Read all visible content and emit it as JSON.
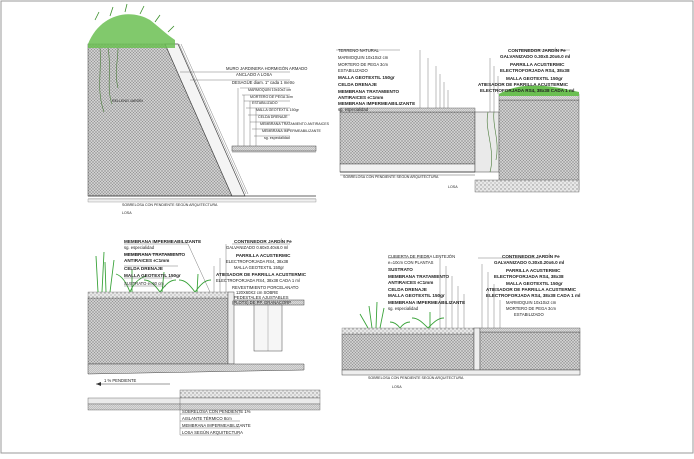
{
  "panels": {
    "top_left": {
      "callouts": [
        "MURO JARDINERA HORMIGÓN ARMADO",
        "ANCLADO A LOSA",
        "DESAGÜE diam. 1\" cada 1 metro",
        "MARMOQUIN 10x10x2 cm",
        "MORTERO DE PEGA 3cm",
        "ESTABILIZADO",
        "MALLA GEOTEXTIL 150gr",
        "CELDA DRENAJE",
        "MEMBRANA TRATAMIENTO ANTIRAICES",
        "MEMBRANA IMPERMEABILIZANTE",
        "sg. especialidad"
      ],
      "soil_label": "RELLENO JARDÍN",
      "bottom_note": "SOBRELOSA CON PENDIENTE SEGÚN ARQUITECTURA",
      "slab_label": "LOSA"
    },
    "top_right": {
      "left_callouts": [
        "TERRENO NATURAL",
        "MARMOQUIN 10x10x2 cm",
        "MORTERO DE PEGA 3cm",
        "ESTABILIZADO",
        "MALLA GEOTEXTIL 150gr",
        "CELDA DRENAJE",
        "MEMBRANA TRATAMIENTO",
        "ANTIRAICES e=1mm",
        "MEMBRANA IMPERMEABILIZANTE",
        "sg. especialidad"
      ],
      "right_callouts": [
        "CONTENEDOR JARDÍN Fe",
        "GALVANIZADO 0.30x0.20x6.0 ml",
        "PARRILLA ACUSTERMIC",
        "ELECTROFORJADA RS4, 38x38",
        "MALLA GEOTEXTIL 150gr",
        "ATIESADOR DE PARRILLA ACUSTERMIC",
        "ELECTROFORJADA RS4, 38x38 CADA 1 ml"
      ],
      "bottom_note": "SOBRELOSA CON PENDIENTE SEGÚN ARQUITECTURA",
      "slab_label": "LOSA"
    },
    "bottom_left": {
      "left_callouts": [
        "MEMBRANA IMPERMEABILIZANTE",
        "sg. especialidad",
        "MEMBRANA TRATAMIENTO",
        "ANTIRAICES e=1mm",
        "CELDA DRENAJE",
        "MALLA GEOTEXTIL 150gr",
        "SUSTRATO e=60 cm"
      ],
      "right_callouts": [
        "CONTENEDOR JARDÍN Fe",
        "GALVANIZADO 0.60x0.40x6.0 ml",
        "PARRILLA ACUSTERMIC",
        "ELECTROFORJADA RS4, 38x38",
        "MALLA GEOTEXTIL 150gr",
        "ATIESADOR DE PARRILLA ACUSTERMIC",
        "ELECTROFORJADA RS4, 38x38 CADA 1 ml",
        "REVESTIMIENTO PORCELANATO",
        "120X60X2 cm SOBRE",
        "PEDESTALES AJUSTABLES",
        "(PLOTS) DE PP. GRANACORP"
      ],
      "slope_label": "1 % PENDIENTE",
      "bottom_callouts": [
        "SOBRELOSA CON PENDIENTE 1%",
        "AISLANTE TÉRMICO 8cm",
        "MEMBRANA IMPERMEABILIZANTE",
        "LOSA SEGÚN ARQUITECTURA"
      ]
    },
    "bottom_right": {
      "left_callouts": [
        "CUBIERTA DE PIEDRA LENTEJÓN",
        "e=10cm CON PLANTAS",
        "SUSTRATO",
        "MEMBRANA TRATAMIENTO",
        "ANTIRAICES e=1mm",
        "CELDA DRENAJE",
        "MALLA GEOTEXTIL 150gr",
        "MEMBRANA IMPERMEABILIZANTE",
        "sg. especialidad"
      ],
      "right_callouts": [
        "CONTENEDOR JARDÍN Fe",
        "GALVANIZADO 0.30x0.20x6.0 ml",
        "PARRILLA ACUSTERMIC",
        "ELECTROFORJADA RS4, 38x38",
        "MALLA GEOTEXTIL 150gr",
        "ATIESADOR DE PARRILLA ACUSTERMIC",
        "ELECTROFORJADA RS4, 38x38 CADA 1 ml",
        "MARMOQUIN 10x10x2 cm",
        "MORTERO DE PEGA 3cm",
        "ESTABILIZADO"
      ],
      "bottom_note": "SOBRELOSA CON PENDIENTE SEGÚN ARQUITECTURA",
      "slab_label": "LOSA"
    }
  },
  "colors": {
    "frame": "#8c8c8c",
    "hatch": "#8a8a8a",
    "plant": "#3aa33a",
    "plant_light": "#7cc86a",
    "line": "#333333"
  }
}
